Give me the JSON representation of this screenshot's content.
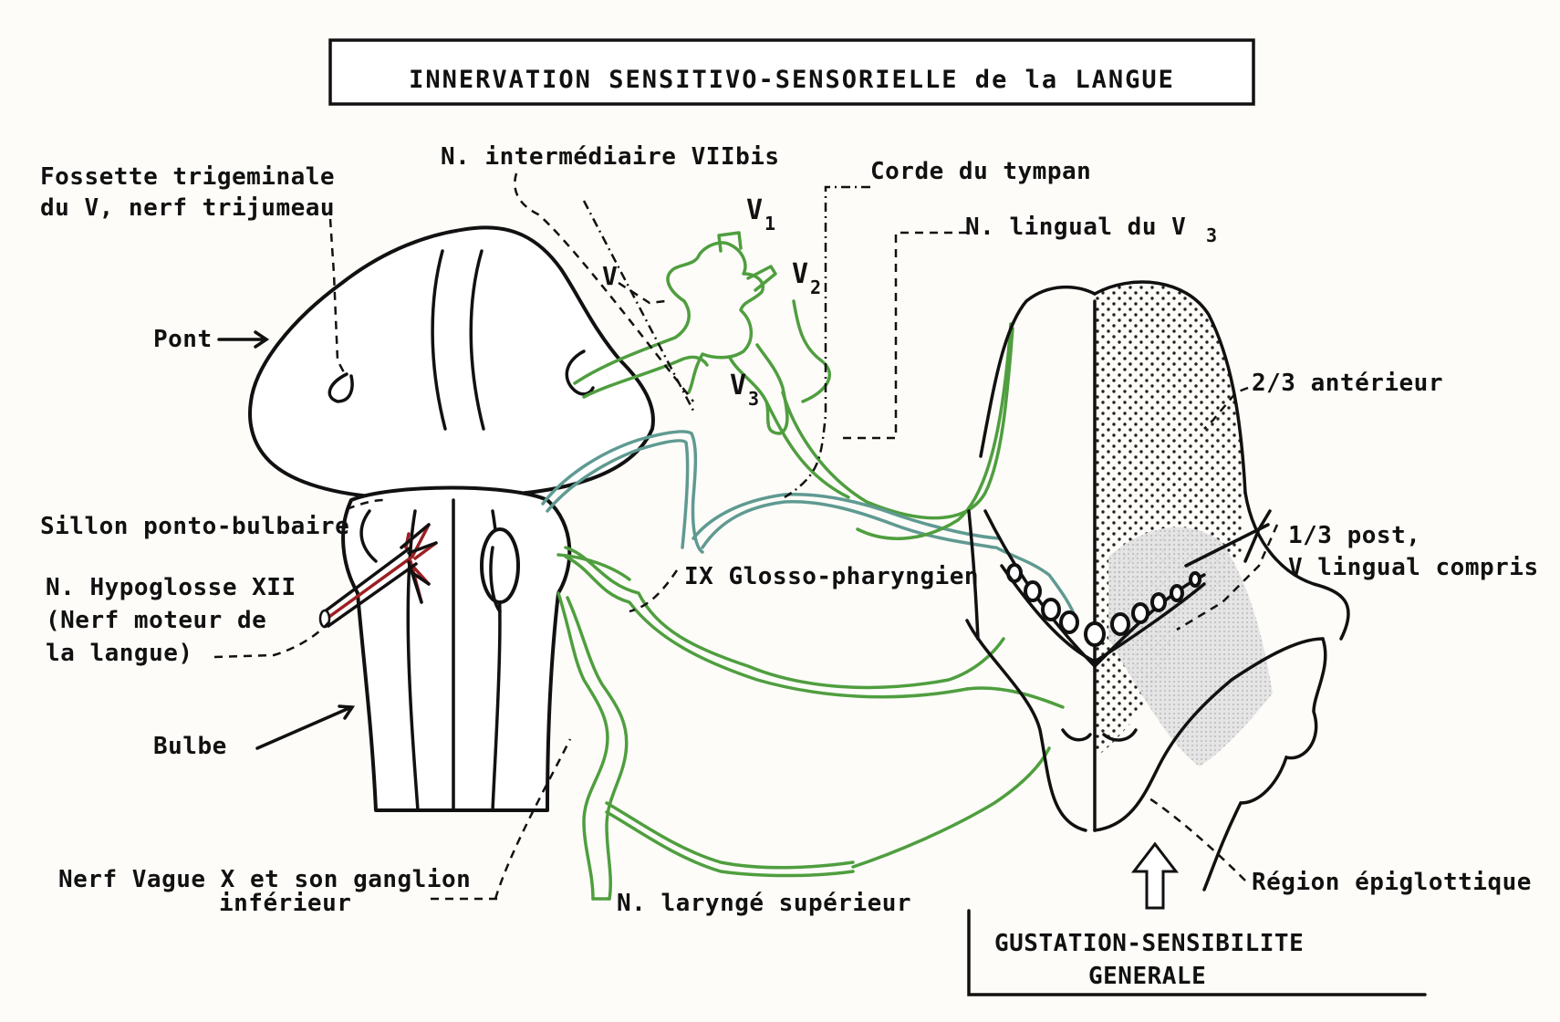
{
  "title": "INNERVATION SENSITIVO-SENSORIELLE de la LANGUE",
  "labels": {
    "fossette_line1": "Fossette trigeminale",
    "fossette_line2": "du V, nerf trijumeau",
    "intermediaire": "N. intermédiaire VIIbis",
    "corde": "Corde du tympan",
    "lingual": "N. lingual du V",
    "lingual_sub": "3",
    "v1": "V",
    "v1_sub": "1",
    "v2": "V",
    "v2_sub": "2",
    "v3": "V",
    "v3_sub": "3",
    "v": "V",
    "pont": "Pont",
    "anterieur": "2/3 antérieur",
    "sillon": "Sillon ponto-bulbaire",
    "hypoglosse_line1": "N. Hypoglosse XII",
    "hypoglosse_line2": "(Nerf moteur de",
    "hypoglosse_line3": "la langue)",
    "glosso": "IX Glosso-pharyngien",
    "post_line1": "1/3 post,",
    "post_line2": "V lingual compris",
    "bulbe": "Bulbe",
    "vague_line1": "Nerf Vague X et son ganglion",
    "vague_line2": "inférieur",
    "larynge": "N. laryngé supérieur",
    "epiglottique": "Région épiglottique",
    "gustation_line1": "GUSTATION-SENSIBILITE",
    "gustation_line2": "GENERALE"
  },
  "colors": {
    "nerve_green": "#4f9e3f",
    "nerve_teal": "#5f9a92",
    "hypoglossal_red": "#9c1f22",
    "ink": "#111111"
  }
}
